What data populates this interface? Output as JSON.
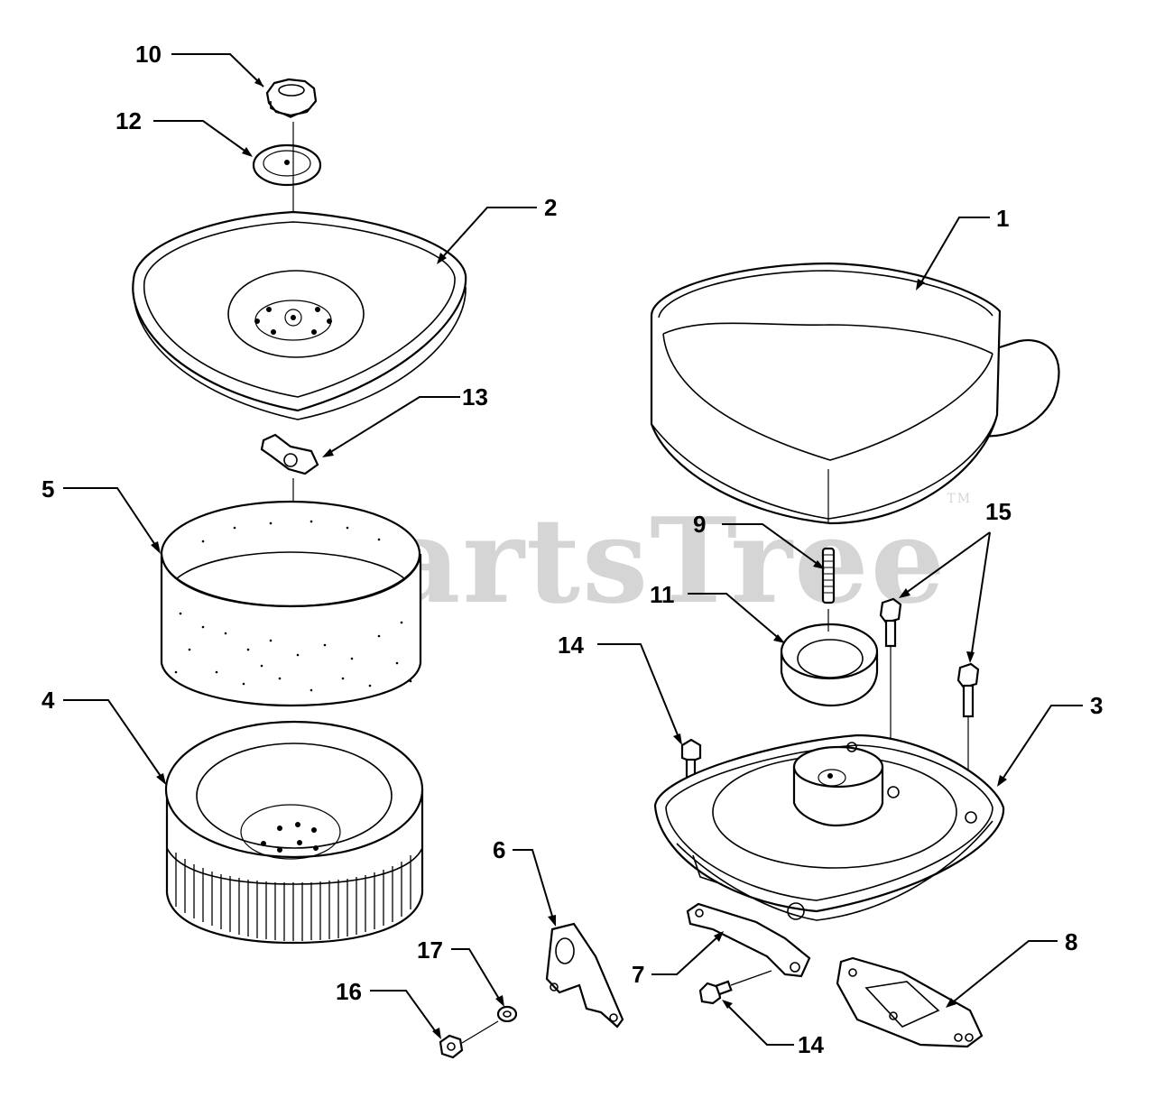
{
  "watermark": {
    "text": "PartsTree",
    "mark": "TM"
  },
  "callouts": {
    "c1": "1",
    "c2": "2",
    "c3": "3",
    "c4": "4",
    "c5": "5",
    "c6": "6",
    "c7": "7",
    "c8": "8",
    "c9": "9",
    "c10": "10",
    "c11": "11",
    "c12": "12",
    "c13": "13",
    "c14a": "14",
    "c14b": "14",
    "c15": "15",
    "c16": "16",
    "c17": "17"
  }
}
